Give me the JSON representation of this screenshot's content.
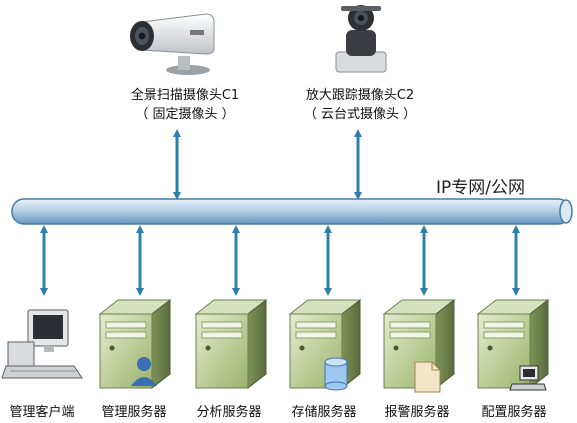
{
  "network": {
    "label": "IP专网/公网"
  },
  "cameras": [
    {
      "id": "c1",
      "line1": "全景扫描摄像头C1",
      "line2": "（ 固定摄像头 ）",
      "icon": "bullet-camera-icon"
    },
    {
      "id": "c2",
      "line1": "放大跟踪摄像头C2",
      "line2": "（ 云台式摄像头 ）",
      "icon": "ptz-camera-icon"
    }
  ],
  "devices": [
    {
      "id": "client",
      "label": "管理客户端",
      "icon": "computer-workstation-icon"
    },
    {
      "id": "mgmt",
      "label": "管理服务器",
      "icon": "server-with-user-icon"
    },
    {
      "id": "analysis",
      "label": "分析服务器",
      "icon": "server-icon"
    },
    {
      "id": "storage",
      "label": "存储服务器",
      "icon": "server-with-database-icon"
    },
    {
      "id": "alarm",
      "label": "报警服务器",
      "icon": "server-with-document-icon"
    },
    {
      "id": "config",
      "label": "配置服务器",
      "icon": "server-with-computer-icon"
    }
  ],
  "colors": {
    "arrow": "#2e7faa",
    "pipe_dark": "#5f8fb5",
    "pipe_light": "#dbe9f5",
    "server_green": "#b5c98c",
    "server_dark": "#6d7f4f"
  }
}
